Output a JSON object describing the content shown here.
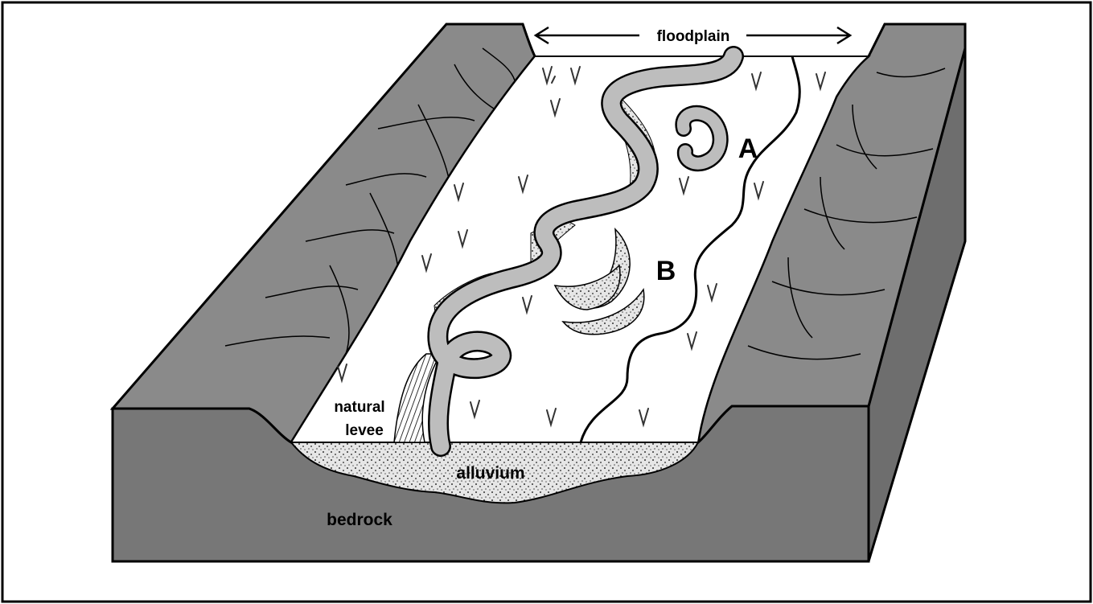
{
  "labels": {
    "floodplain": "floodplain",
    "natural_levee_line1": "natural",
    "natural_levee_line2": "levee",
    "alluvium": "alluvium",
    "bedrock": "bedrock",
    "point_a": "A",
    "point_b": "B"
  },
  "colors": {
    "rock_face": "#7a7a7a",
    "rock_top": "#8a8a8a",
    "river": "#bdbdbd",
    "valley_floor": "#ffffff",
    "outline": "#000000"
  },
  "icons": [
    "grass-tuft-icon",
    "double-arrow-icon"
  ]
}
